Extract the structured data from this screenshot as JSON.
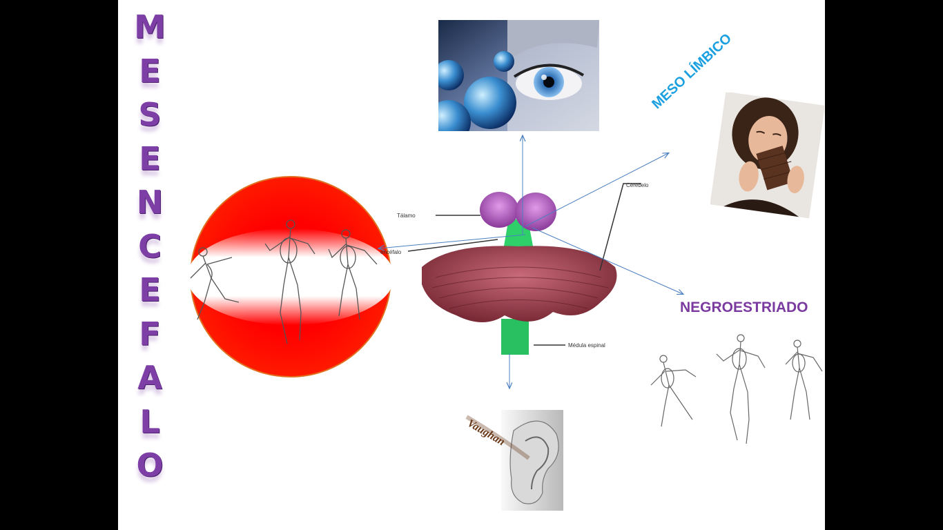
{
  "slide": {
    "title_letters": [
      "M",
      "E",
      "S",
      "E",
      "N",
      "C",
      "E",
      "F",
      "A",
      "L",
      "O"
    ],
    "label_meso": "MESO LÍMBICO",
    "label_negro": "NEGROESTRIADO",
    "brain_labels": {
      "talamo": "Tálamo",
      "cerebelo": "Cerebelo",
      "diencefalo": "encéfalo",
      "medula": "Médula espinal"
    },
    "ear_text": "Vaughan"
  },
  "colors": {
    "title": "#7d3fa6",
    "meso": "#1aa0e0",
    "negro": "#7a3aa0",
    "circle": "#ff0000",
    "arrow": "#4a7fc0"
  },
  "icons": [
    "eye-globes-photo",
    "woman-chocolate-photo",
    "running-skeletons-drawing",
    "brain-stem-diagram",
    "ear-photo"
  ]
}
